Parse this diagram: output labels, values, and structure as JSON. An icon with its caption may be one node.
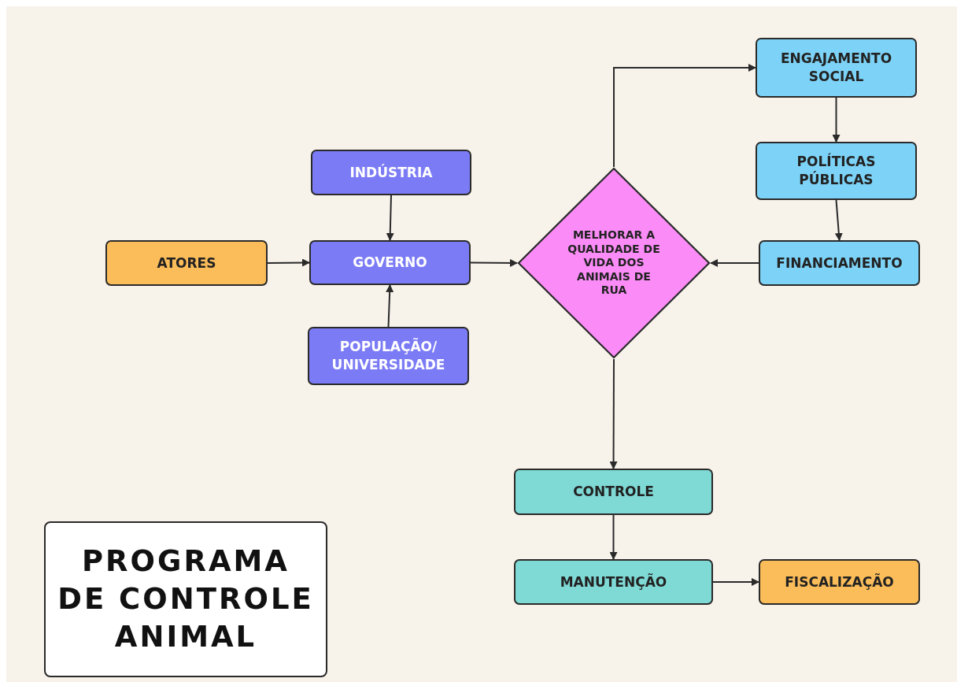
{
  "diagram": {
    "title": "PROGRAMA DE CONTROLE ANIMAL",
    "nodes": [
      {
        "text": [
          "INDÚSTRIA"
        ]
      },
      {
        "text": [
          "ATORES"
        ]
      },
      {
        "text": [
          "GOVERNO"
        ]
      },
      {
        "text": [
          "POPULAÇÃO/ UNIVERSIDADE"
        ]
      },
      {
        "text": [
          "MELHORAR A QUALIDADE DE VIDA DOS ANIMAIS DE RUA"
        ]
      },
      {
        "text": [
          "ENGAJAMENTO SOCIAL"
        ]
      },
      {
        "text": [
          "POLÍTICAS PÚBLICAS"
        ]
      },
      {
        "text": [
          "FINANCIAMENTO"
        ]
      },
      {
        "text": [
          "CONTROLE"
        ]
      },
      {
        "text": [
          "MANUTENÇÃO"
        ]
      },
      {
        "text": [
          "FISCALIZAÇÃO"
        ]
      }
    ],
    "edges": [
      {
        "from": 0,
        "to": 2,
        "arrow": "to"
      },
      {
        "from": 1,
        "to": 2,
        "arrow": "to"
      },
      {
        "from": 3,
        "to": 2,
        "arrow": "to"
      },
      {
        "from": 2,
        "to": 4,
        "arrow": "to"
      },
      {
        "from": 4,
        "to": 5,
        "arrow": "to"
      },
      {
        "from": 5,
        "to": 6,
        "arrow": "to"
      },
      {
        "from": 6,
        "to": 7,
        "arrow": "to"
      },
      {
        "from": 7,
        "to": 4,
        "arrow": "to"
      },
      {
        "from": 4,
        "to": 8,
        "arrow": "to"
      },
      {
        "from": 8,
        "to": 9,
        "arrow": "to"
      },
      {
        "from": 9,
        "to": 10,
        "arrow": "to"
      }
    ]
  }
}
